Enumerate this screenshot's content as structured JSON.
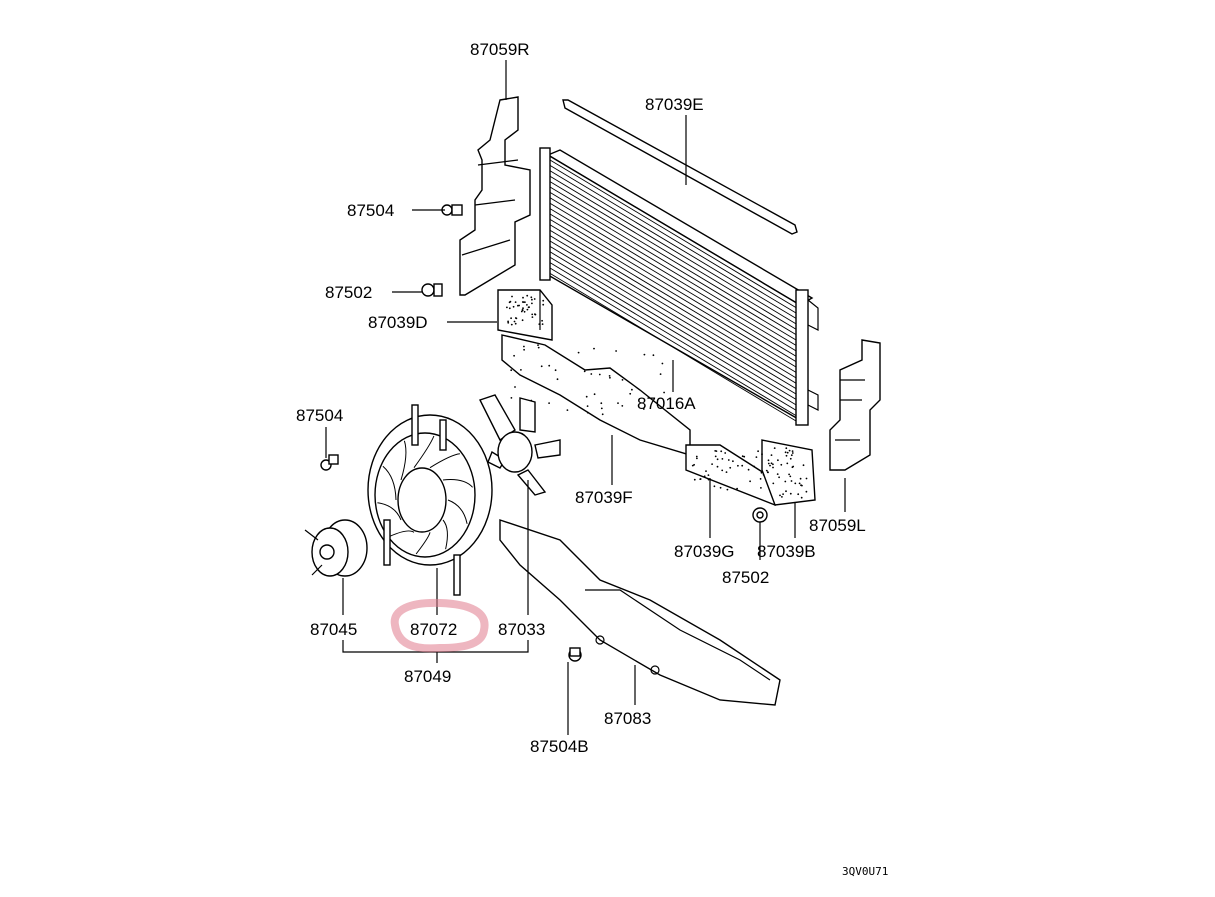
{
  "diagram": {
    "labels": {
      "p87059R": "87059R",
      "p87039E": "87039E",
      "p87504_top": "87504",
      "p87502_top": "87502",
      "p87039D": "87039D",
      "p87016A": "87016A",
      "p87504_left": "87504",
      "p87039F": "87039F",
      "p87059L": "87059L",
      "p87039G": "87039G",
      "p87039B": "87039B",
      "p87502_bottom": "87502",
      "p87045": "87045",
      "p87072": "87072",
      "p87033": "87033",
      "p87049": "87049",
      "p87083": "87083",
      "p87504B": "87504B"
    },
    "figure_code": "3QV0U71",
    "highlight": {
      "target": "87072",
      "color": "#e07a8c"
    }
  }
}
